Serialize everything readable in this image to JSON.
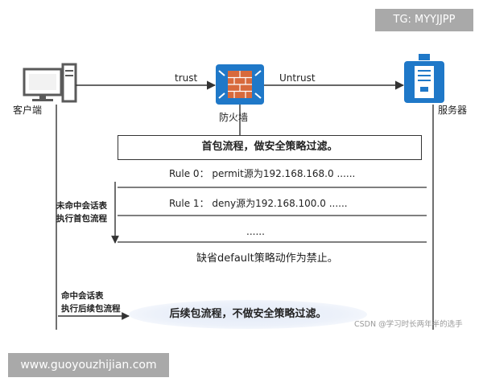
{
  "watermarks": {
    "tg": "TG: MYYJJPP",
    "site": "www.guoyouzhijian.com",
    "csdn": "CSDN @学习时长两年半的选手"
  },
  "nodes": {
    "client": "客户端",
    "firewall": "防火墙",
    "server": "服务器"
  },
  "links": {
    "trust": "trust",
    "untrust": "Untrust"
  },
  "first_packet": {
    "title": "首包流程，做安全策略过滤。",
    "rules": [
      "Rule 0： permit源为192.168.168.0 ......",
      "Rule 1： deny源为192.168.100.0  ......",
      "......"
    ],
    "miss_label": [
      "未命中会话表",
      "执行首包流程"
    ],
    "default_rule": "缺省default策略动作为禁止。"
  },
  "follow_packet": {
    "hit_label": [
      "命中会话表",
      "执行后续包流程"
    ],
    "title": "后续包流程，不做安全策略过滤。"
  },
  "colors": {
    "accent": "#1f78c8",
    "brick": "#d86a3c",
    "line": "#333333"
  }
}
